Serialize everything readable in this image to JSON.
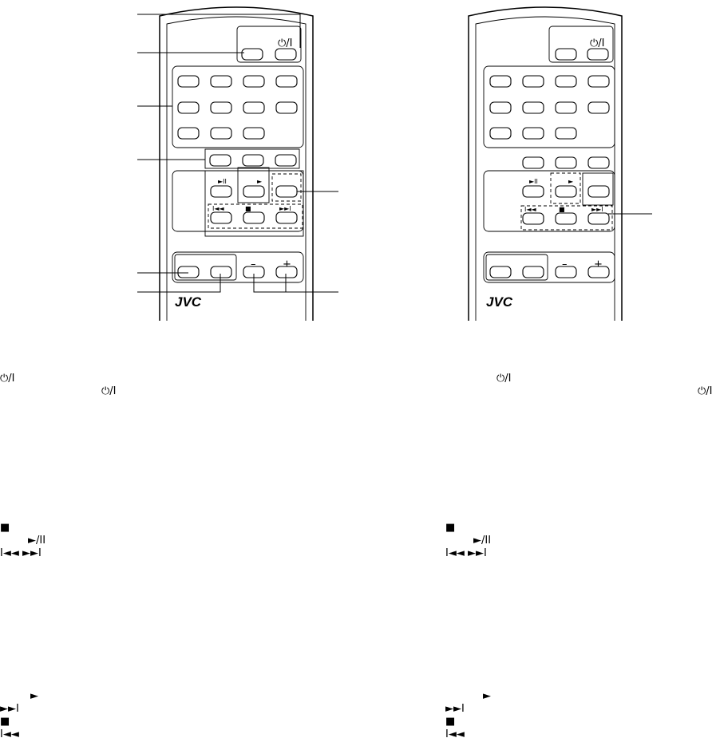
{
  "remote_left": {
    "brand": "JVC",
    "power_label": "⏻/I",
    "minus_label": "–",
    "plus_label": "+",
    "transport_labels": [
      "►II",
      "►",
      "I◄◄",
      "■",
      "►►I"
    ]
  },
  "remote_right": {
    "brand": "JVC",
    "power_label": "⏻/I",
    "minus_label": "–",
    "plus_label": "+",
    "transport_labels": [
      "►II",
      "►",
      "I◄◄",
      "■",
      "►►I"
    ]
  },
  "symbols": {
    "power": "⏻/I",
    "stop": "■",
    "play_pause": "►/II",
    "skip_pair": "I◄◄ ►►I",
    "play": "►",
    "next": "►►I",
    "prev": "I◄◄"
  }
}
